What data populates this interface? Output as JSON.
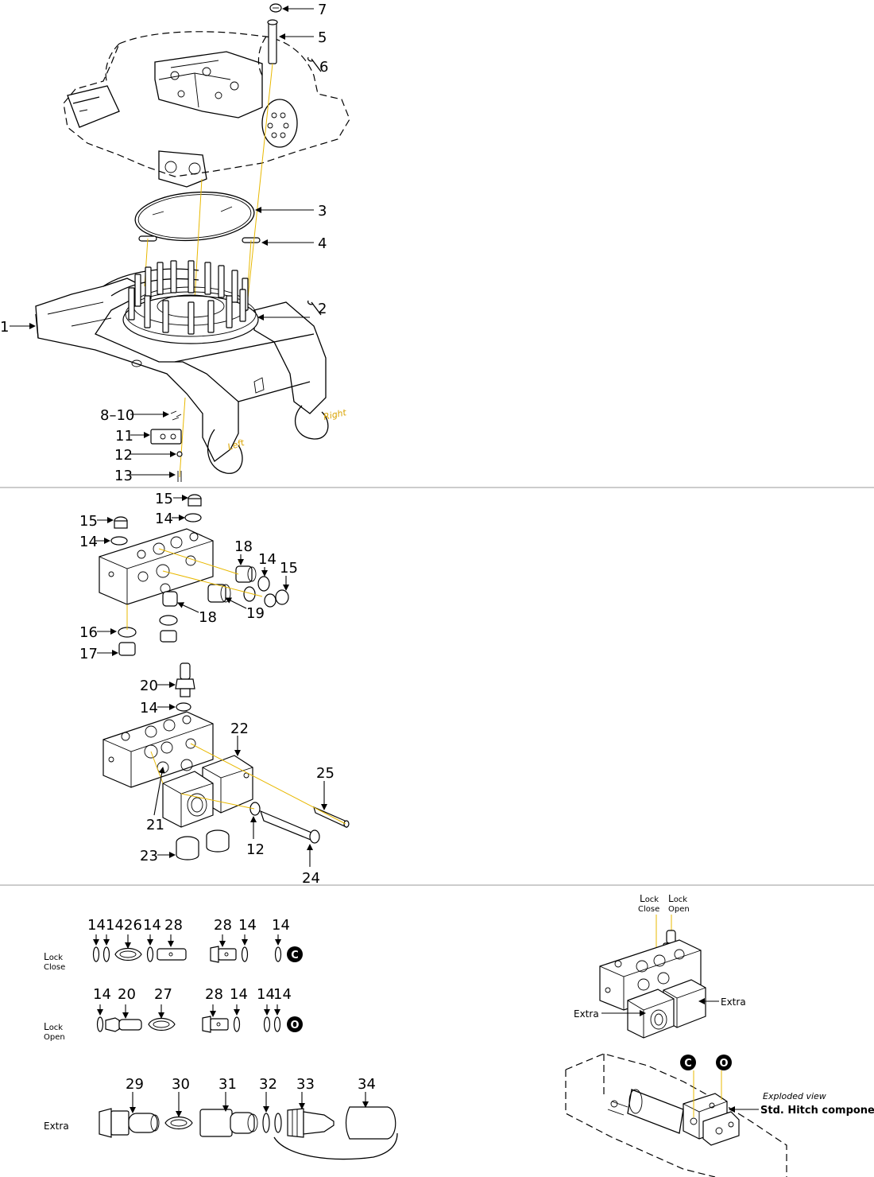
{
  "top_callouts": {
    "c7": "7",
    "c5": "5",
    "c6": "6",
    "c3": "3",
    "c4": "4",
    "c2": "2",
    "c1": "1",
    "c810": "8–10",
    "c11": "11",
    "c12": "12",
    "c13": "13"
  },
  "hitch_labels": {
    "right": "Right",
    "left": "Left"
  },
  "mid_callouts": {
    "c15a": "15",
    "c15b": "15",
    "c14a": "14",
    "c14b": "14",
    "c18a": "18",
    "c14c": "14",
    "c15c": "15",
    "c19": "19",
    "c18b": "18",
    "c16": "16",
    "c17": "17"
  },
  "lower_callouts": {
    "c20": "20",
    "c14": "14",
    "c22": "22",
    "c25": "25",
    "c21": "21",
    "c12": "12",
    "c23": "23",
    "c24": "24"
  },
  "rows": {
    "close": {
      "label_big": "L",
      "label_rest": "ock",
      "label_sub": "Close",
      "numbers": [
        "14",
        "14",
        "26",
        "14",
        "28",
        "28",
        "14",
        "14"
      ],
      "badge": "C"
    },
    "open": {
      "label_big": "L",
      "label_rest": "ock",
      "label_sub": "Open",
      "numbers": [
        "14",
        "20",
        "27",
        "28",
        "14",
        "14",
        "14"
      ],
      "badge": "O"
    },
    "extra": {
      "label": "Extra",
      "numbers": [
        "29",
        "30",
        "31",
        "32",
        "33",
        "34"
      ]
    }
  },
  "inset": {
    "lock_close_big": "L",
    "lock_close_rest": "ock",
    "lock_close_sub": "Close",
    "lock_open_big": "L",
    "lock_open_rest": "ock",
    "lock_open_sub": "Open",
    "extra_right": "Extra",
    "extra_left": "Extra",
    "badge_c": "C",
    "badge_o": "O",
    "exploded": "Exploded view",
    "std_hitch": "Std. Hitch components"
  }
}
